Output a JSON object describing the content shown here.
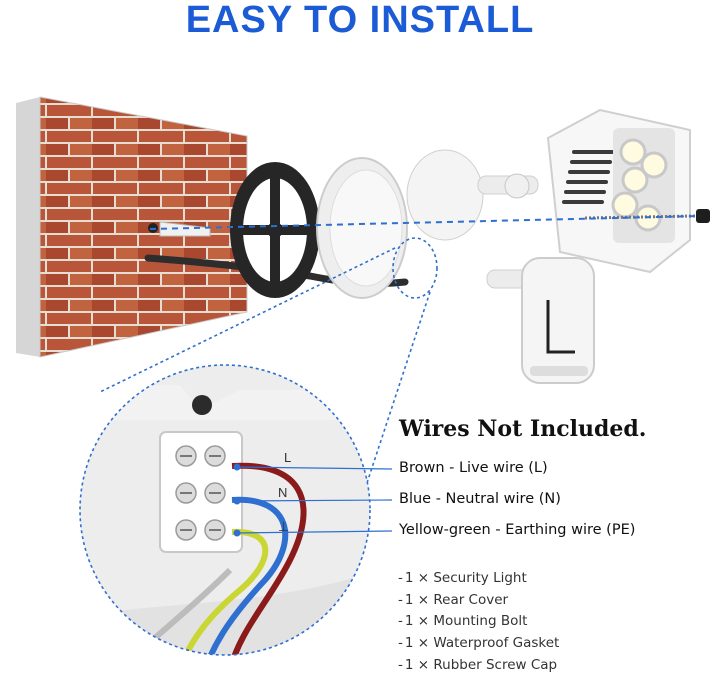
{
  "title": "EASY TO INSTALL",
  "note": "Wires Not Included.",
  "terminal_marks": [
    "L",
    "N",
    "⊥"
  ],
  "wires": [
    {
      "label": "Brown - Live wire (L)",
      "color": "#8b1a1a"
    },
    {
      "label": "Blue - Neutral wire (N)",
      "color": "#2f6fd0"
    },
    {
      "label": "Yellow-green - Earthing wire (PE)",
      "color": "#c9d633"
    }
  ],
  "parts": [
    "1 × Security Light",
    "1 × Rear Cover",
    "1 × Mounting Bolt",
    "1 × Waterproof Gasket",
    "1 × Rubber Screw Cap"
  ],
  "colors": {
    "title": "#1c5bd6",
    "guide_line": "#2f6fd0",
    "brick": "#b9563a",
    "mortar": "#e8e0d8",
    "housing": "#f2f2f2"
  }
}
